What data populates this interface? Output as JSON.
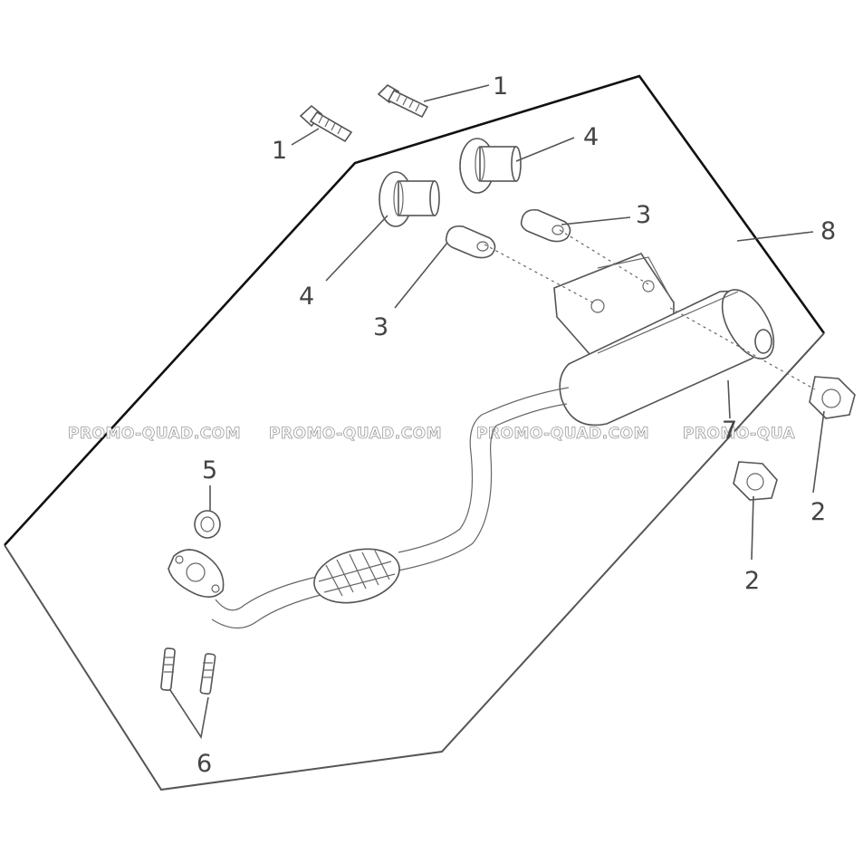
{
  "callouts": {
    "bolt_top_right": "1",
    "bolt_top_left": "1",
    "nut_right": "2",
    "nut_lower": "2",
    "washer_right": "3",
    "washer_left": "3",
    "sleeve_right": "4",
    "sleeve_left": "4",
    "gasket": "5",
    "studs": "6",
    "muffler": "7",
    "assembly": "8"
  },
  "watermarks": [
    "PROMO-QUAD.COM",
    "PROMO-QUAD.COM",
    "PROMO-QUAD.COM",
    "PROMO-QUA"
  ]
}
